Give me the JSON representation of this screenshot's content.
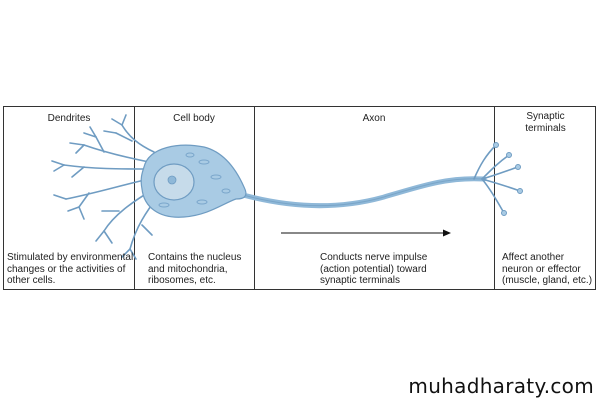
{
  "sections": {
    "dendrites": {
      "heading": "Dendrites",
      "description": "Stimulated by environmental\nchanges or the activities of\nother cells."
    },
    "cell_body": {
      "heading": "Cell body",
      "description": "Contains the nucleus\nand mitochondria,\nribosomes, etc."
    },
    "axon": {
      "heading": "Axon",
      "description": "Conducts nerve impulse\n(action potential) toward\nsynaptic terminals"
    },
    "synaptic_terminals": {
      "heading": "Synaptic\nterminals",
      "description": "Affect another\nneuron or effector\n(muscle, gland, etc.)"
    }
  },
  "watermark": "muhadharaty.com",
  "colors": {
    "neuron_fill": "#a9cbe4",
    "neuron_stroke": "#6f9cc2",
    "nucleus_fill": "#c6dbea",
    "border": "#333333"
  }
}
